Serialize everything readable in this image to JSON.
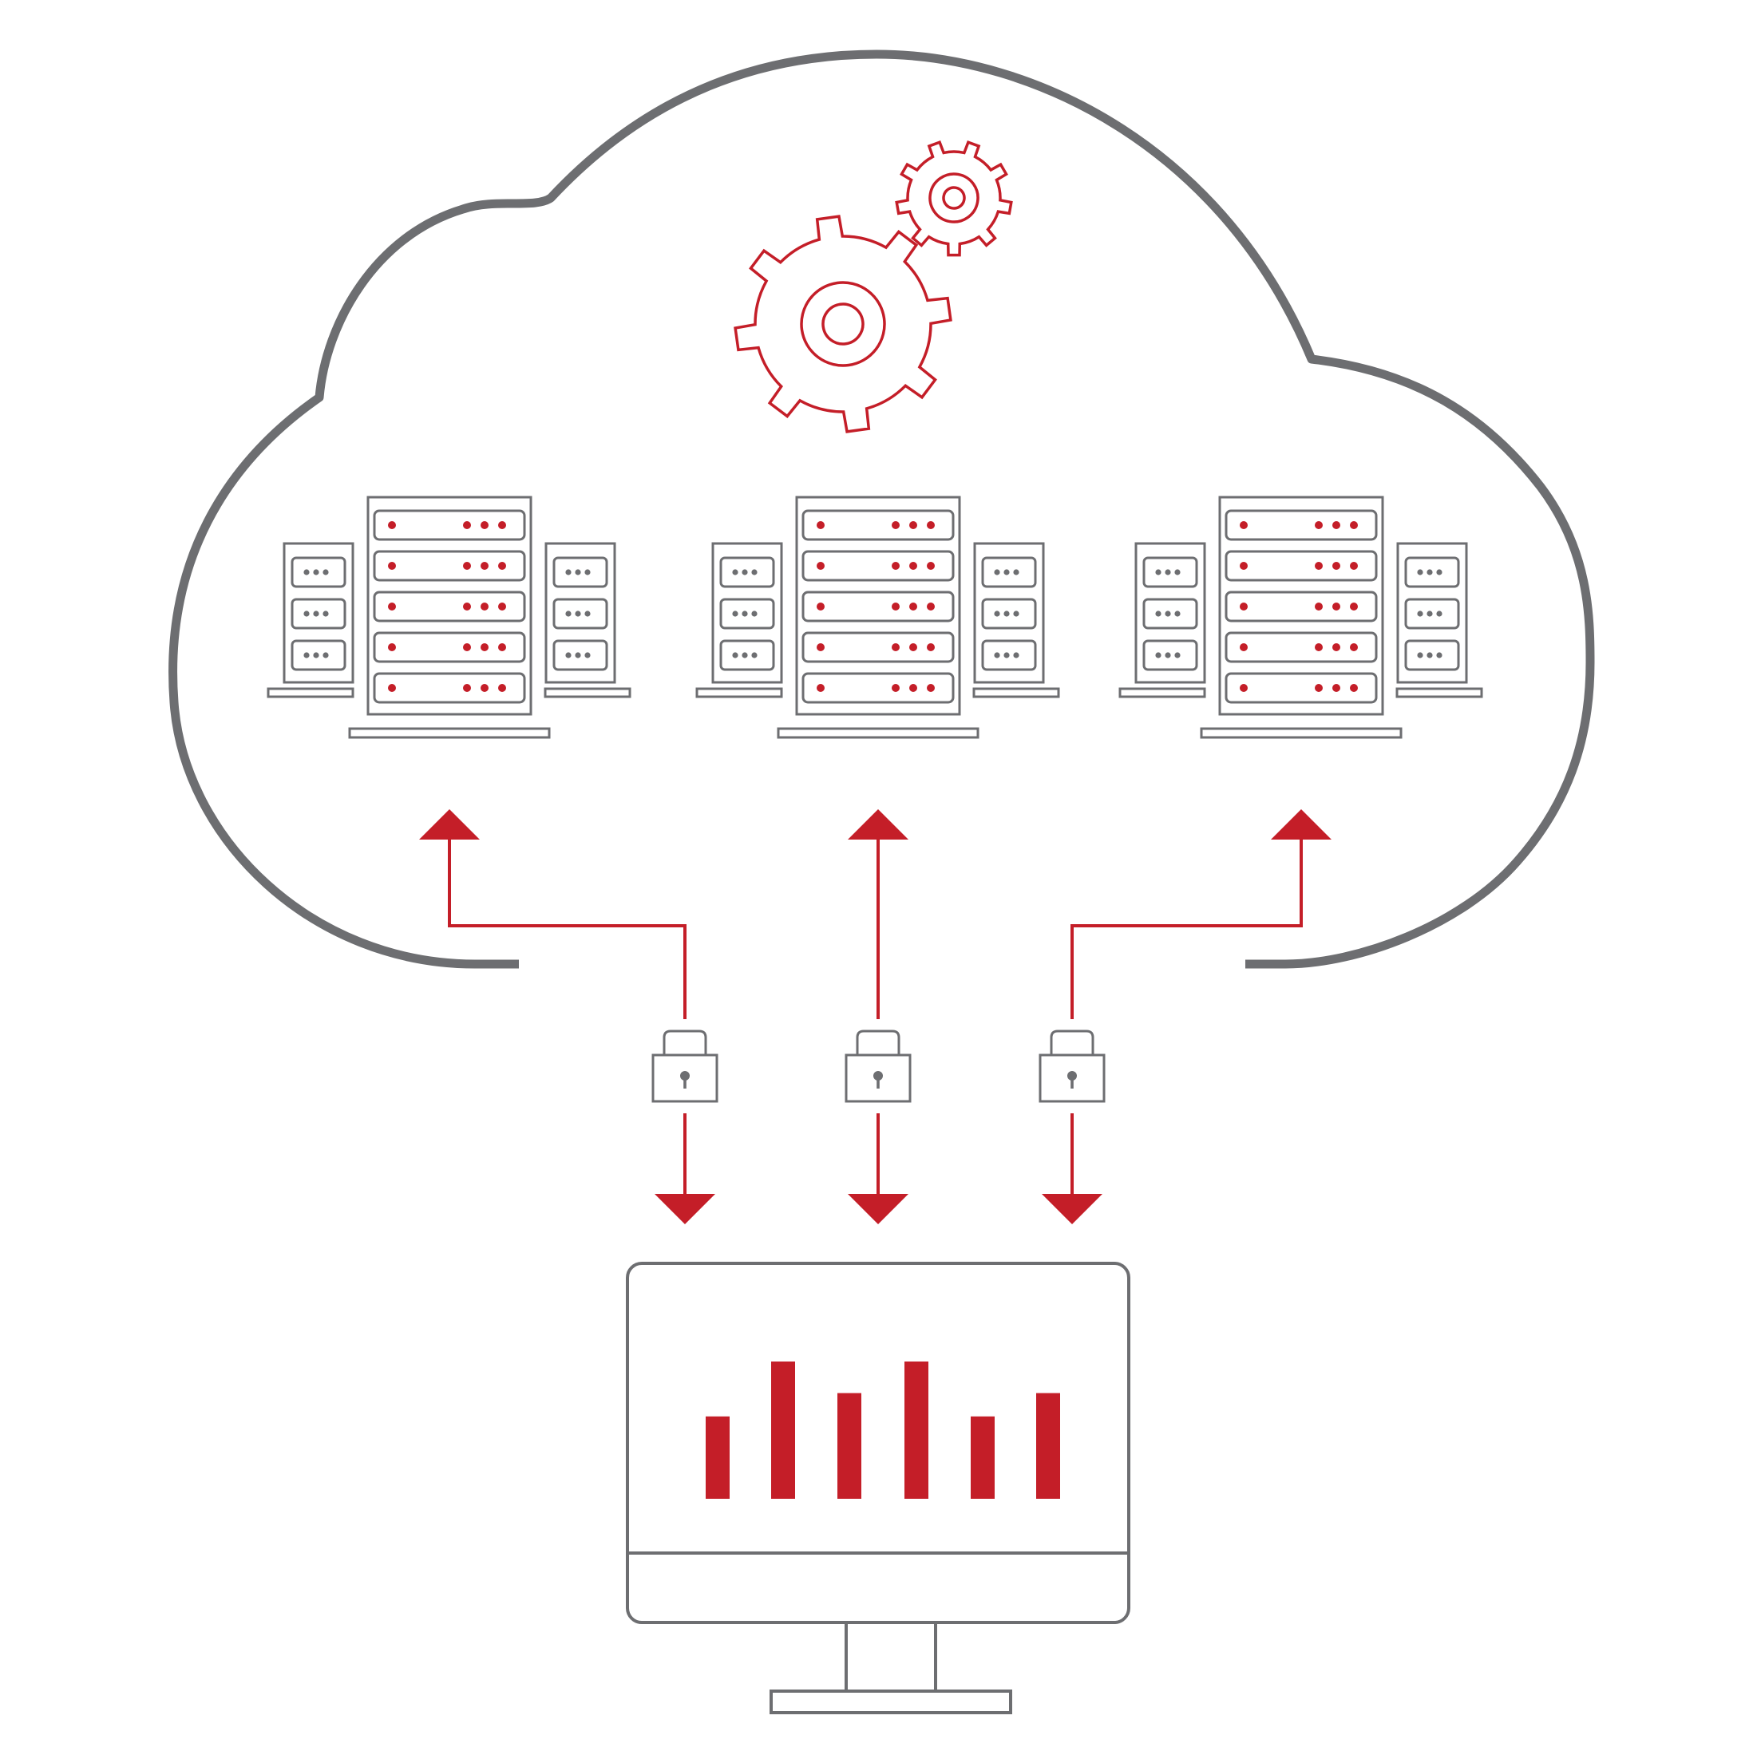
{
  "colors": {
    "background": "#ffffff",
    "outline_gray": "#6d6e71",
    "accent_red": "#c41e28"
  },
  "diagram": {
    "cloud": {
      "icon": "cloud-outline-icon"
    },
    "gears": {
      "icon": "gears-icon",
      "count": 2
    },
    "server_clusters": {
      "count": 3,
      "icon": "server-rack-icon"
    },
    "locks": {
      "count": 3,
      "icon": "padlock-icon"
    },
    "monitor": {
      "icon": "monitor-icon",
      "bar_chart": {
        "type": "bar",
        "values": [
          0.6,
          1.0,
          0.77,
          1.0,
          0.6,
          0.77
        ]
      }
    }
  }
}
